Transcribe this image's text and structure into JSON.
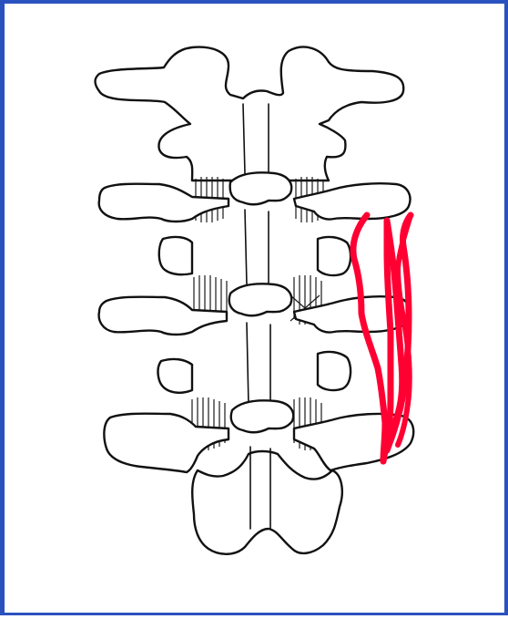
{
  "image": {
    "subject": "lumbar-spine-posterior-view",
    "frame_color": "#2a52be",
    "background_color": "#ffffff",
    "line_color": "#111111"
  },
  "annotation": {
    "kind": "freehand-marker",
    "color": "#ff0033",
    "shape": "elongated-v",
    "side": "right"
  },
  "vertebrae": {
    "count": 4
  }
}
